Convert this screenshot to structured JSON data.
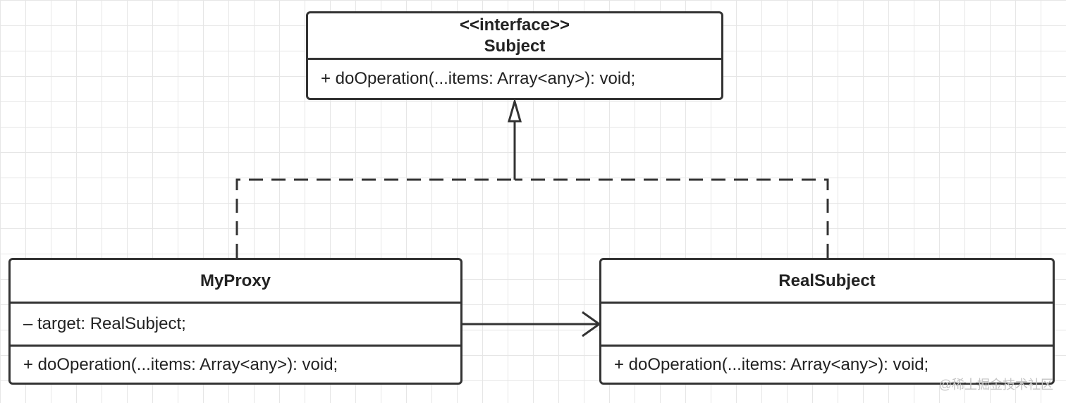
{
  "diagram": {
    "subject": {
      "stereotype": "<<interface>>",
      "name": "Subject",
      "operation": "+ doOperation(...items: Array<any>): void;"
    },
    "my_proxy": {
      "name": "MyProxy",
      "attribute": "– target: RealSubject;",
      "operation": "+ doOperation(...items: Array<any>): void;"
    },
    "real_subject": {
      "name": "RealSubject",
      "attribute": "",
      "operation": "+ doOperation(...items: Array<any>): void;"
    },
    "relationships": [
      {
        "type": "realization",
        "from": "MyProxy",
        "to": "Subject"
      },
      {
        "type": "realization",
        "from": "RealSubject",
        "to": "Subject"
      },
      {
        "type": "association",
        "from": "MyProxy",
        "to": "RealSubject"
      }
    ]
  },
  "watermark": "@稀土掘金技术社区"
}
